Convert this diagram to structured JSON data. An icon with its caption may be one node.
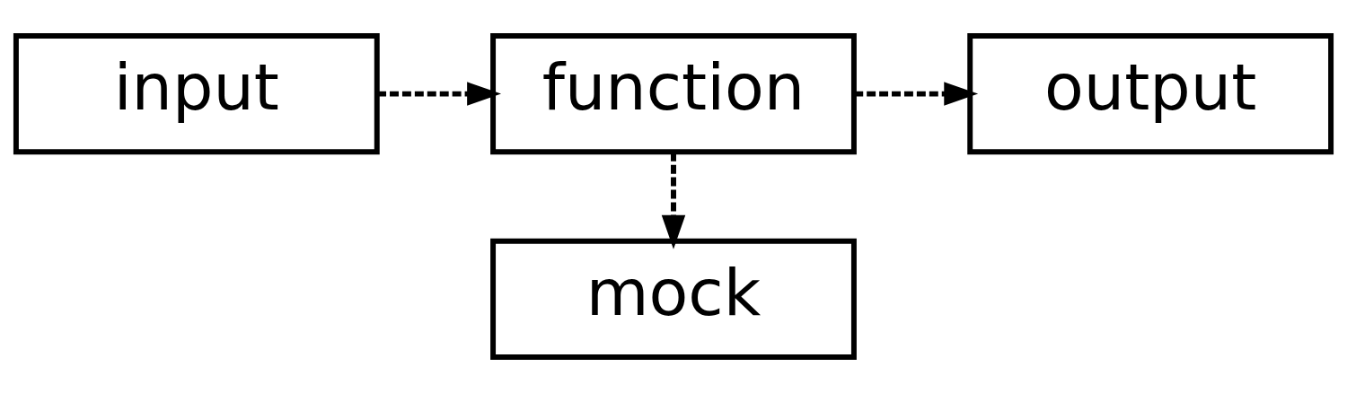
{
  "diagram": {
    "nodes": [
      {
        "text": [
          "input"
        ]
      },
      {
        "text": [
          "function"
        ]
      },
      {
        "text": [
          "output"
        ]
      },
      {
        "text": [
          "mock"
        ]
      }
    ],
    "edges": [
      {
        "from": 0,
        "to": 1,
        "arrow": "to",
        "style": "dashed"
      },
      {
        "from": 1,
        "to": 2,
        "arrow": "to",
        "style": "dashed"
      },
      {
        "from": 1,
        "to": 3,
        "arrow": "to",
        "style": "dashed"
      }
    ]
  }
}
